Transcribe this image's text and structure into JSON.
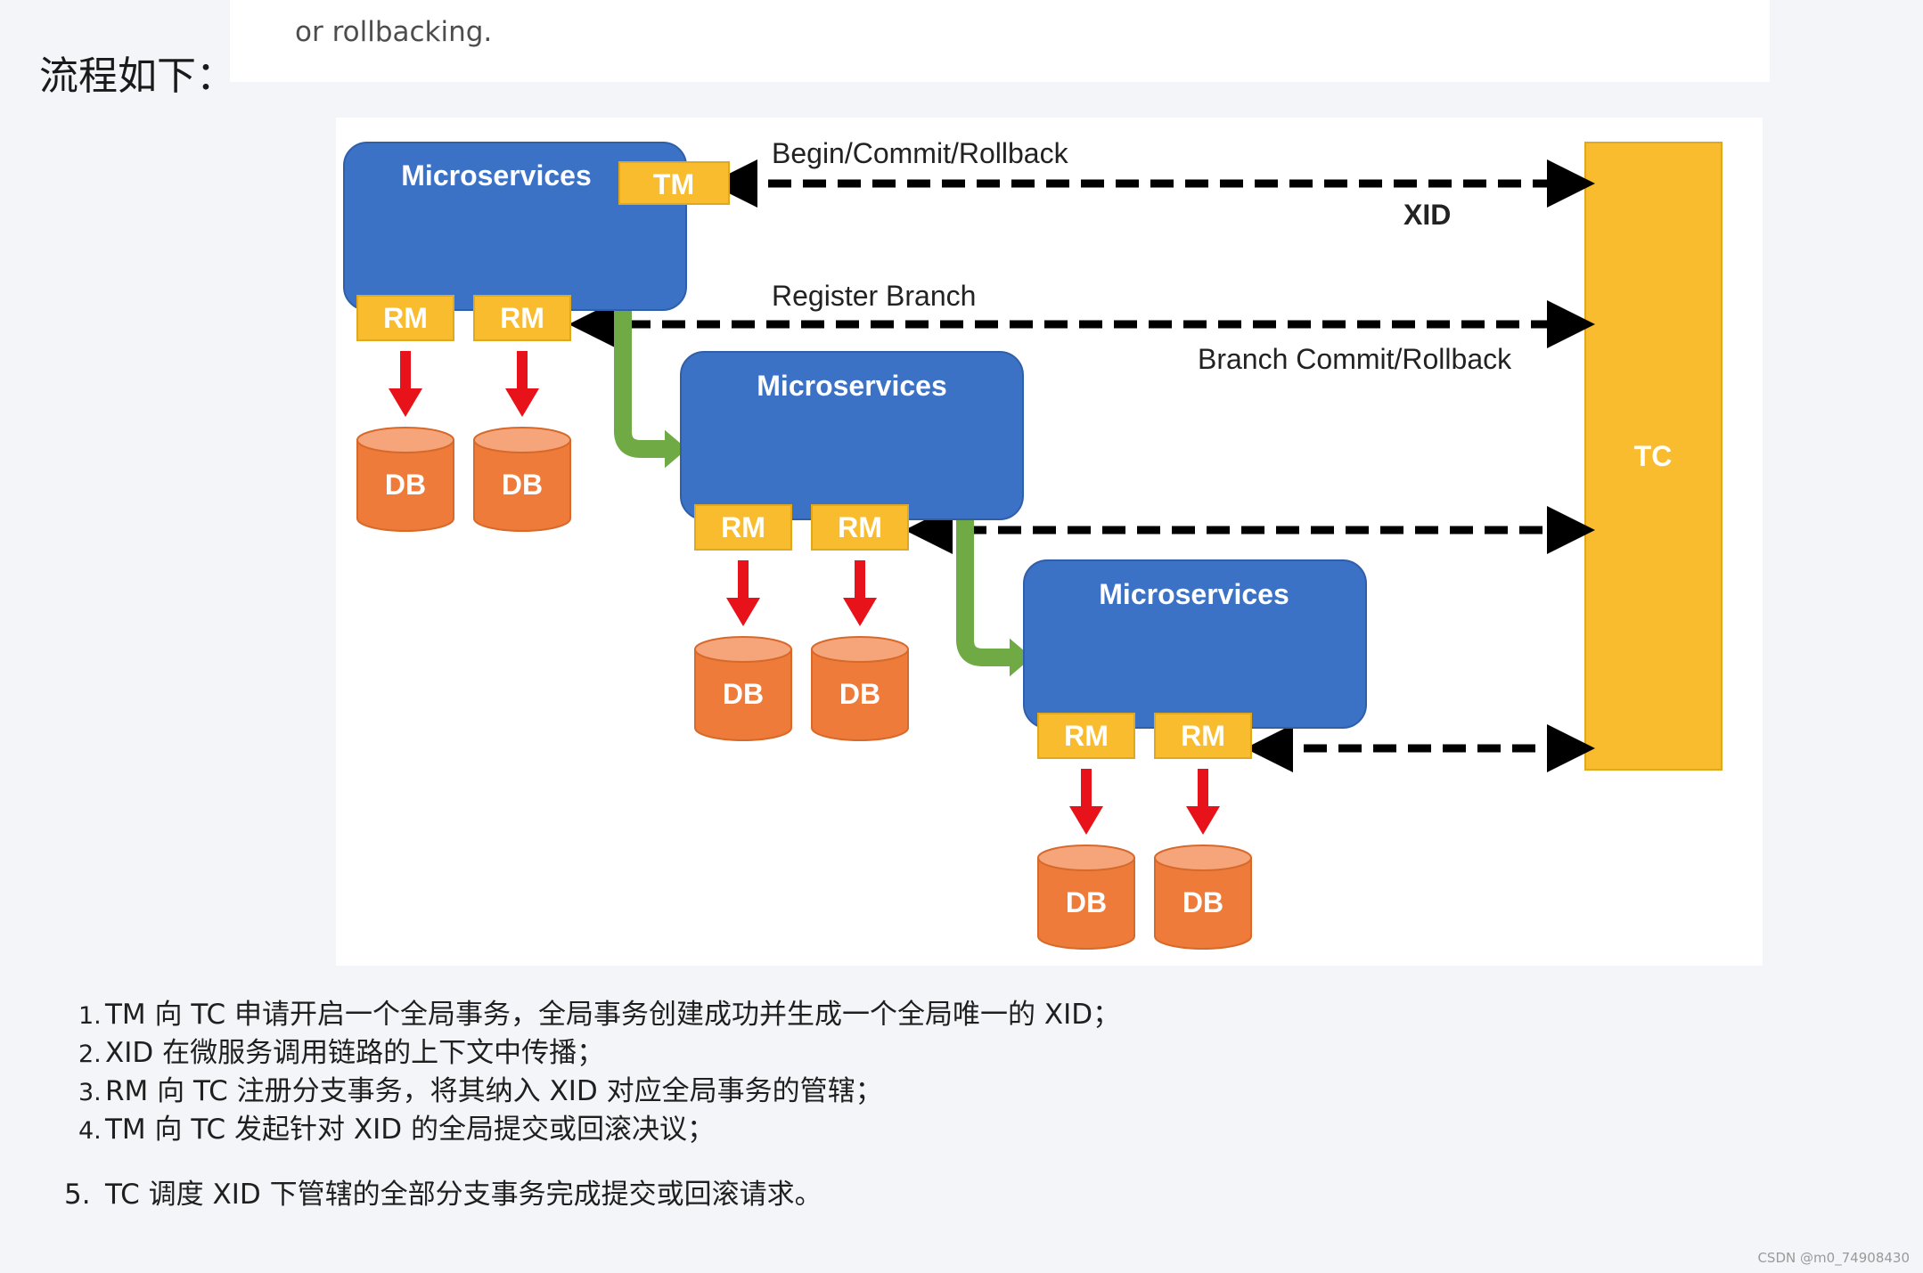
{
  "quote": {
    "text": "or rollbacking."
  },
  "heading": "流程如下：",
  "diagram": {
    "service_label": "Microservices",
    "tm_label": "TM",
    "rm_label": "RM",
    "db_label": "DB",
    "tc_label": "TC",
    "arrow_labels": {
      "begin": "Begin/Commit/Rollback",
      "xid": "XID",
      "register": "Register Branch",
      "branch": "Branch Commit/Rollback"
    },
    "colors": {
      "service": "#3b72c6",
      "tm_rm": "#f9bc2e",
      "tc": "#f9bc2e",
      "db": "#ee7b3a",
      "flow_arrow": "#6faa45",
      "db_arrow": "#e8121a",
      "tc_arrow": "#000000"
    }
  },
  "steps": [
    {
      "num": "1.",
      "text": "TM 向 TC 申请开启一个全局事务，全局事务创建成功并生成一个全局唯一的 XID；"
    },
    {
      "num": "2.",
      "text": "XID 在微服务调用链路的上下文中传播；"
    },
    {
      "num": "3.",
      "text": "RM 向 TC 注册分支事务，将其纳入 XID 对应全局事务的管辖；"
    },
    {
      "num": "4.",
      "text": "TM 向 TC 发起针对 XID 的全局提交或回滚决议；"
    }
  ],
  "step5": {
    "num": "5.",
    "text": "TC 调度 XID 下管辖的全部分支事务完成提交或回滚请求。"
  },
  "watermark": "CSDN @m0_74908430"
}
